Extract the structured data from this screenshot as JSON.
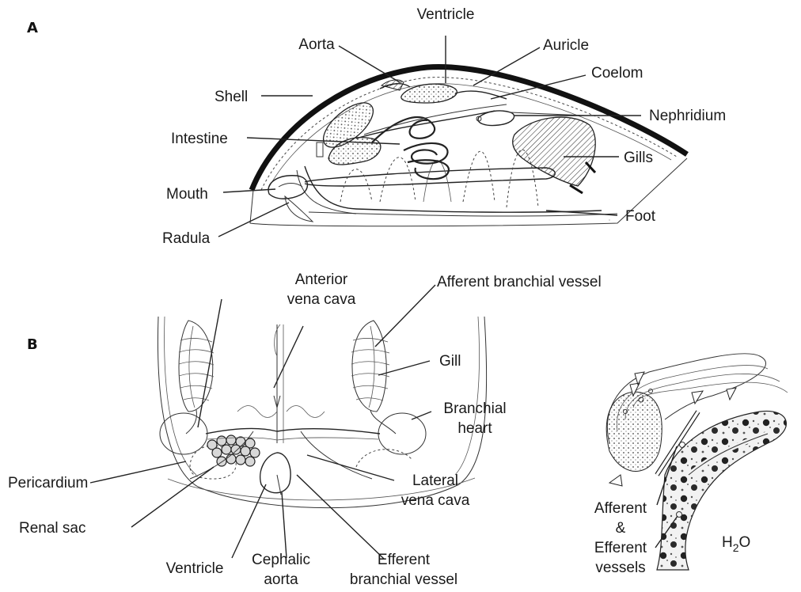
{
  "panels": {
    "a": "A",
    "b": "B"
  },
  "panel_a": {
    "ventricle": "Ventricle",
    "aorta": "Aorta",
    "auricle": "Auricle",
    "coelom": "Coelom",
    "shell": "Shell",
    "nephridium": "Nephridium",
    "intestine": "Intestine",
    "gills": "Gills",
    "mouth": "Mouth",
    "foot": "Foot",
    "radula": "Radula"
  },
  "panel_b": {
    "anterior_vena_cava_1": "Anterior",
    "anterior_vena_cava_2": "vena cava",
    "afferent_branchial_vessel": "Afferent branchial vessel",
    "gill": "Gill",
    "branchial_heart_1": "Branchial",
    "branchial_heart_2": "heart",
    "pericardium": "Pericardium",
    "lateral_vena_cava_1": "Lateral",
    "lateral_vena_cava_2": "vena cava",
    "renal_sac": "Renal sac",
    "efferent_branchial_vessel_1": "Efferent",
    "efferent_branchial_vessel_2": "branchial vessel",
    "ventricle": "Ventricle",
    "cephalic_aorta_1": "Cephalic",
    "cephalic_aorta_2": "aorta"
  },
  "gill_detail": {
    "afferent": "Afferent",
    "amp": "&",
    "efferent": "Efferent",
    "vessels": "vessels",
    "water_h": "H",
    "water_sub": "2",
    "water_o": "O"
  }
}
